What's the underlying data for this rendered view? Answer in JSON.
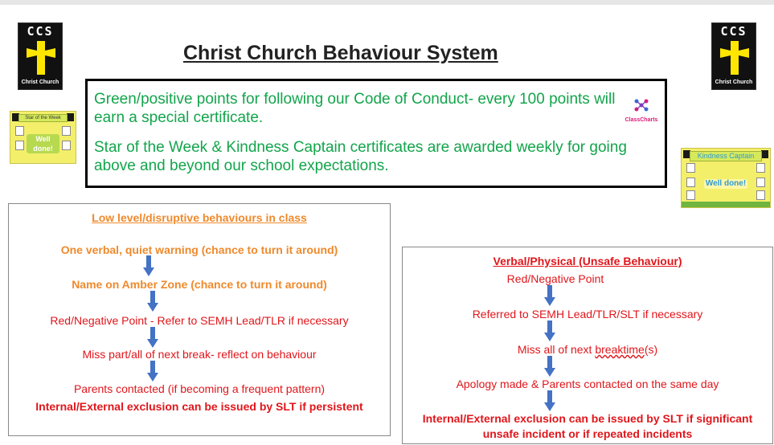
{
  "title": "Christ Church Behaviour System",
  "logo": {
    "letters": "CCS",
    "name": "Christ Church"
  },
  "info_box": {
    "line1": "Green/positive points for following our Code of Conduct- every 100 points will earn a special certificate.",
    "line2": "Star of the Week & Kindness Captain certificates are awarded weekly for going above and beyond our school expectations.",
    "classcharts_label": "ClassCharts",
    "text_color": "#12a54b"
  },
  "certificates": {
    "star": {
      "heading": "Star of the Week",
      "well_done": "Well done!"
    },
    "kindness": {
      "heading": "Kindness Captain",
      "well_done": "Well done!"
    }
  },
  "low_level": {
    "heading": "Low level/disruptive behaviours in class",
    "step1": "One verbal, quiet warning  (chance to turn it around)",
    "step2": "Name on Amber Zone (chance to turn it around)",
    "step3": "Red/Negative Point - Refer to SEMH Lead/TLR if necessary",
    "step4": "Miss part/all of next break- reflect on behaviour",
    "step5": "Parents contacted (if becoming a frequent pattern)",
    "step6": "Internal/External exclusion can be issued by SLT if persistent"
  },
  "unsafe": {
    "heading": "Verbal/Physical (Unsafe Behaviour)",
    "step1": "Red/Negative Point",
    "step2": "Referred to SEMH Lead/TLR/SLT if necessary",
    "step3_prefix": "Miss all of next ",
    "step3_word": "breaktime",
    "step3_suffix": "(s)",
    "step4": "Apology made & Parents contacted on the same day",
    "step5_line1": "Internal/External exclusion can be issued by SLT if significant",
    "step5_line2": "unsafe incident or if repeated incidents"
  },
  "colors": {
    "orange": "#ef8a2c",
    "red": "#e0161b",
    "green": "#12a54b",
    "arrow_blue": "#4472c4",
    "logo_yellow": "#ffe600"
  },
  "icons": {
    "arrow": "down-arrow-icon",
    "cross": "cross-icon",
    "classcharts": "classcharts-logo"
  }
}
